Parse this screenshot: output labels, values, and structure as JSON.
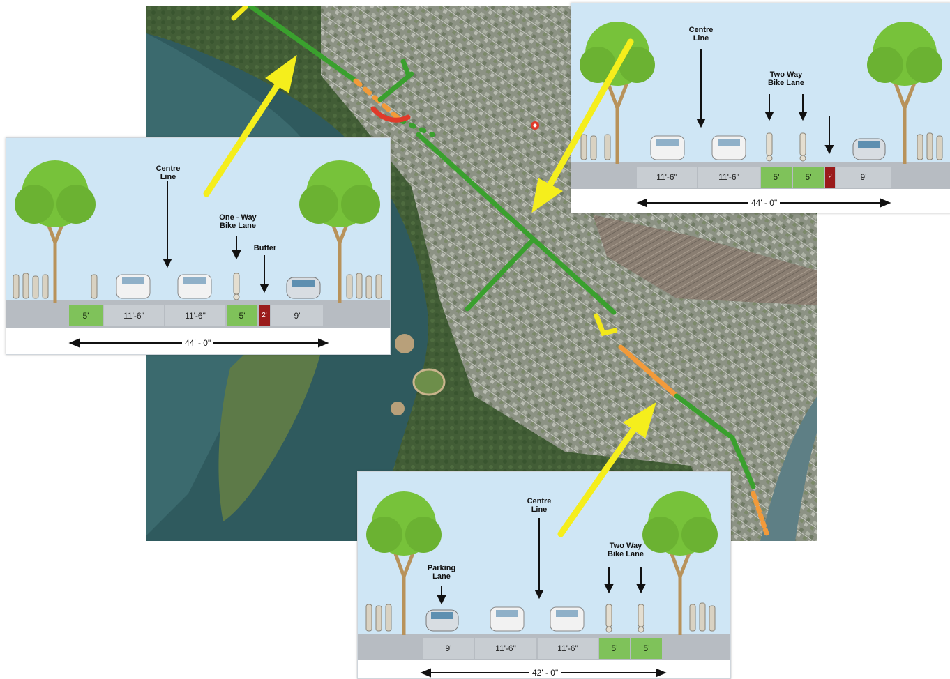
{
  "colors": {
    "bike_lane": "#7fc25a",
    "buffer": "#9a1b1b",
    "route_existing": "#3aa02e",
    "route_planned": "#f29a3a",
    "route_red": "#e03a2a",
    "route_yellow": "#f2e81a",
    "pointer_arrow": "#f5ee1c",
    "sky": "#cfe6f5"
  },
  "icons": [
    "tree-icon",
    "car-icon",
    "cyclist-icon",
    "pedestrian-icon",
    "location-pin-icon"
  ],
  "left_section": {
    "centre_line": "Centre\nLine",
    "bike_lane": "One - Way\nBike Lane",
    "buffer": "Buffer",
    "segments": [
      "5'",
      "11'-6\"",
      "11'-6\"",
      "5'",
      "2'",
      "9'"
    ],
    "total": "44' - 0\""
  },
  "right_section": {
    "centre_line": "Centre\nLine",
    "bike_lane": "Two Way\nBike Lane",
    "segments": [
      "11'-6\"",
      "11'-6\"",
      "5'",
      "5'",
      "2",
      "9'"
    ],
    "total": "44' - 0\""
  },
  "bottom_section": {
    "centre_line": "Centre\nLine",
    "parking": "Parking\nLane",
    "bike_lane": "Two Way\nBike Lane",
    "segments": [
      "9'",
      "11'-6\"",
      "11'-6\"",
      "5'",
      "5'"
    ],
    "total": "42' - 0\""
  }
}
